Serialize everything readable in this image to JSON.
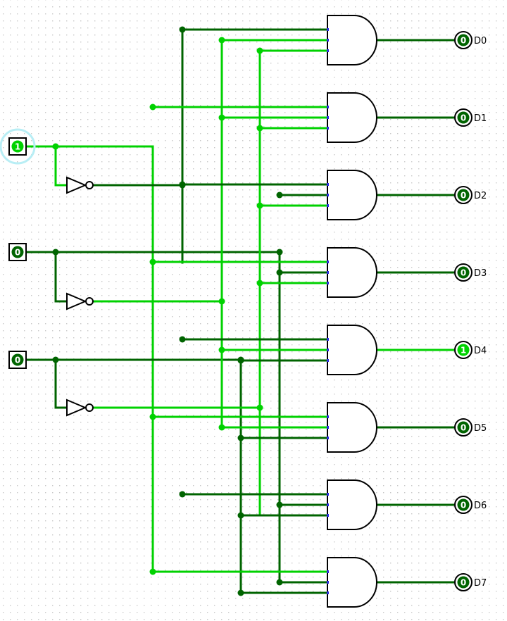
{
  "colors": {
    "wire_low": "#006400",
    "wire_high": "#00d200",
    "gate_stroke": "#000000",
    "grid_dot": "#c8c8c8",
    "input_pin_marker": "#3030e0",
    "selection_ring": "#b8eef5"
  },
  "inputs": [
    {
      "id": "in0",
      "value": "1",
      "selected": true
    },
    {
      "id": "in1",
      "value": "0",
      "selected": false
    },
    {
      "id": "in2",
      "value": "0",
      "selected": false
    }
  ],
  "outputs": [
    {
      "label": "D0",
      "value": "0"
    },
    {
      "label": "D1",
      "value": "0"
    },
    {
      "label": "D2",
      "value": "0"
    },
    {
      "label": "D3",
      "value": "0"
    },
    {
      "label": "D4",
      "value": "1"
    },
    {
      "label": "D5",
      "value": "0"
    },
    {
      "label": "D6",
      "value": "0"
    },
    {
      "label": "D7",
      "value": "0"
    }
  ],
  "gates": {
    "not_count": 3,
    "and_count": 8,
    "and_inputs": 3,
    "and_icon": "and-gate-icon",
    "not_icon": "not-gate-icon"
  }
}
